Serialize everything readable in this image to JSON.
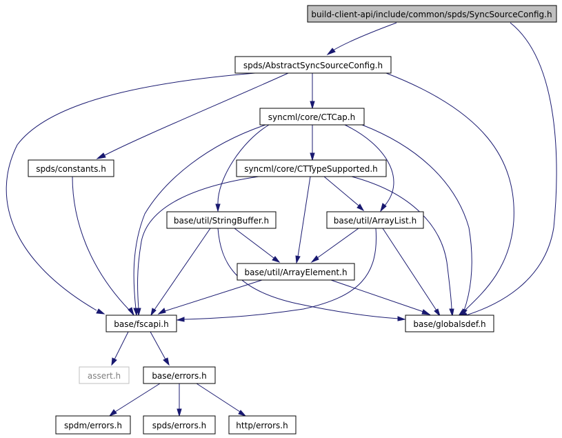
{
  "colors": {
    "edge": "#191970",
    "root_fill": "#bfbfbf",
    "missing_border": "#bfbfbf",
    "missing_text": "#808080"
  },
  "nodes": {
    "root": "build-client-api/include/common/spds/SyncSourceConfig.h",
    "abstract": "spds/AbstractSyncSourceConfig.h",
    "ctcap": "syncml/core/CTCap.h",
    "constants": "spds/constants.h",
    "cttype": "syncml/core/CTTypeSupported.h",
    "strbuf": "base/util/StringBuffer.h",
    "arrlist": "base/util/ArrayList.h",
    "arrelem": "base/util/ArrayElement.h",
    "fscapi": "base/fscapi.h",
    "globalsdef": "base/globalsdef.h",
    "assert": "assert.h",
    "errors": "base/errors.h",
    "spdm_errors": "spdm/errors.h",
    "spds_errors": "spds/errors.h",
    "http_errors": "http/errors.h"
  },
  "edges": [
    [
      "root",
      "abstract"
    ],
    [
      "root",
      "globalsdef"
    ],
    [
      "abstract",
      "ctcap"
    ],
    [
      "abstract",
      "constants"
    ],
    [
      "abstract",
      "fscapi"
    ],
    [
      "abstract",
      "globalsdef"
    ],
    [
      "ctcap",
      "cttype"
    ],
    [
      "ctcap",
      "strbuf"
    ],
    [
      "ctcap",
      "arrlist"
    ],
    [
      "ctcap",
      "fscapi"
    ],
    [
      "ctcap",
      "globalsdef"
    ],
    [
      "constants",
      "fscapi"
    ],
    [
      "cttype",
      "arrlist"
    ],
    [
      "cttype",
      "arrelem"
    ],
    [
      "cttype",
      "fscapi"
    ],
    [
      "cttype",
      "globalsdef"
    ],
    [
      "strbuf",
      "arrelem"
    ],
    [
      "strbuf",
      "fscapi"
    ],
    [
      "strbuf",
      "globalsdef"
    ],
    [
      "arrlist",
      "arrelem"
    ],
    [
      "arrlist",
      "fscapi"
    ],
    [
      "arrlist",
      "globalsdef"
    ],
    [
      "arrelem",
      "fscapi"
    ],
    [
      "arrelem",
      "globalsdef"
    ],
    [
      "fscapi",
      "assert"
    ],
    [
      "fscapi",
      "errors"
    ],
    [
      "errors",
      "spdm_errors"
    ],
    [
      "errors",
      "spds_errors"
    ],
    [
      "errors",
      "http_errors"
    ]
  ]
}
